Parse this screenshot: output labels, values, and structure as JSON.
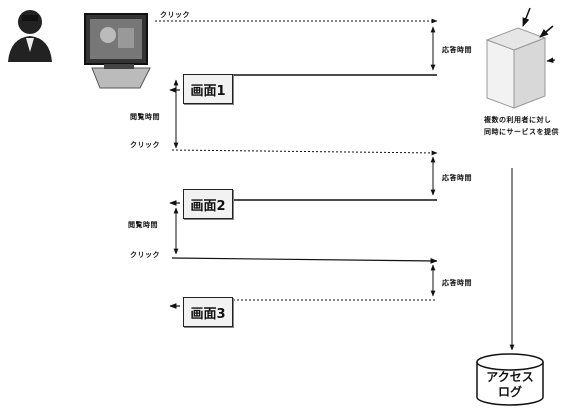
{
  "labels": {
    "click": "クリック",
    "response_time": "応答時間",
    "browse_time": "閲覧時間",
    "server_note_1": "複数の利用者に対し",
    "server_note_2": "同時にサービスを提供"
  },
  "screens": [
    "画面1",
    "画面2",
    "画面3"
  ],
  "log": {
    "line1": "アクセス",
    "line2": "ログ"
  }
}
